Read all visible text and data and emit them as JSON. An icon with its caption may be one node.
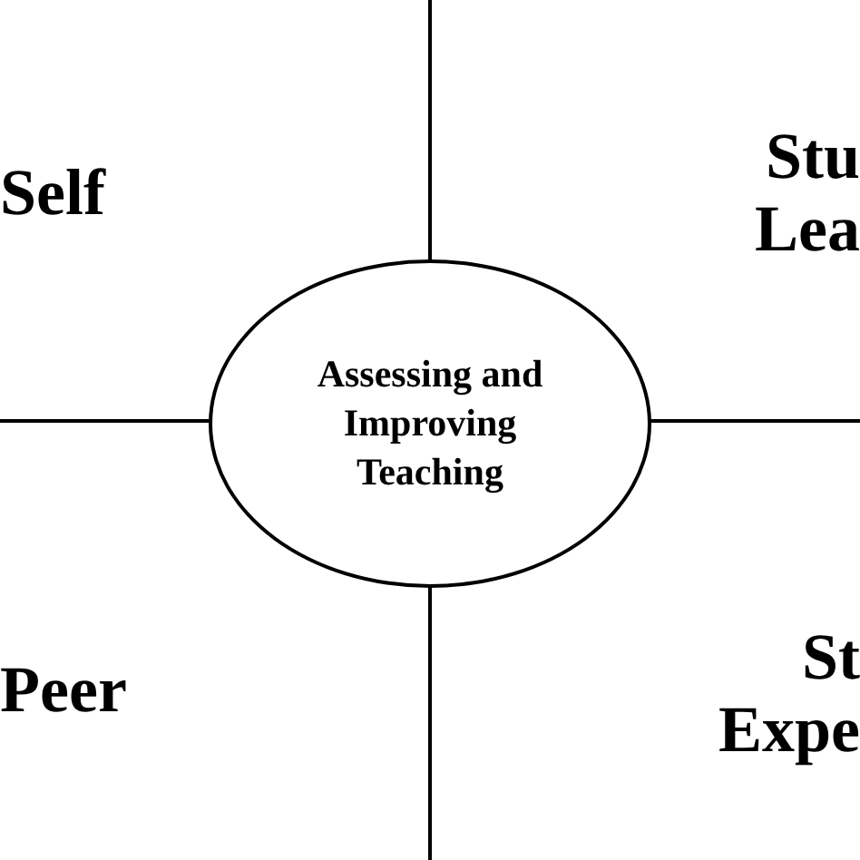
{
  "diagram": {
    "nodes": [
      {
        "text": [
          "Self"
        ]
      },
      {
        "text": [
          "Stu Lea"
        ]
      },
      {
        "text": [
          "Assessing and Improving Teaching"
        ]
      },
      {
        "text": [
          "Peer"
        ]
      },
      {
        "text": [
          "St Expe"
        ]
      }
    ],
    "edges": []
  }
}
